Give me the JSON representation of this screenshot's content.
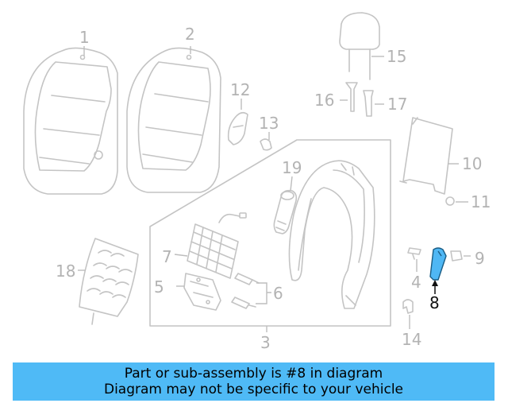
{
  "diagram": {
    "callouts": {
      "c1": "1",
      "c2": "2",
      "c3": "3",
      "c4": "4",
      "c5": "5",
      "c6": "6",
      "c7": "7",
      "c8": "8",
      "c9": "9",
      "c10": "10",
      "c11": "11",
      "c12": "12",
      "c13": "13",
      "c14": "14",
      "c15": "15",
      "c16": "16",
      "c17": "17",
      "c18": "18",
      "c19": "19"
    },
    "highlighted_part": "8",
    "highlight_color": "#4fb7f4",
    "line_color": "#c4c4c4"
  },
  "banner": {
    "line1": "Part or sub-assembly is #8 in diagram",
    "line2": "Diagram may not be specific to your vehicle",
    "background": "#4fbaf6"
  }
}
